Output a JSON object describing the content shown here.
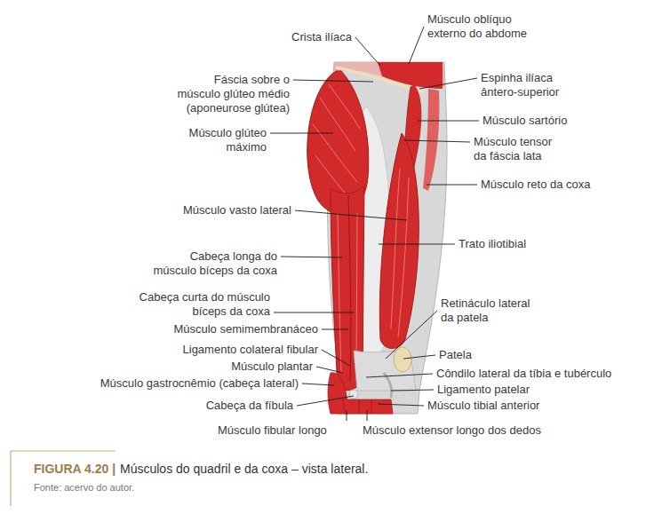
{
  "diagram": {
    "caption": "Músculos do quadril e da coxa – vista lateral.",
    "labels": [
      "Crista ilíaca",
      "Fáscia sobre o músculo glúteo médio (aponeurose glútea)",
      "Músculo glúteo máximo",
      "Músculo vasto lateral",
      "Cabeça longa do músculo bíceps da coxa",
      "Cabeça curta do músculo bíceps da coxa",
      "Músculo semimembranáceo",
      "Ligamento colateral fibular",
      "Músculo plantar",
      "Músculo gastrocnêmio (cabeça lateral)",
      "Cabeça da fíbula",
      "Músculo fibular longo",
      "Músculo extensor longo dos dedos",
      "Músculo oblíquo externo do abdome",
      "Espinha ilíaca ântero-superior",
      "Músculo sartório",
      "Músculo tensor da fáscia lata",
      "Músculo reto da coxa",
      "Trato iliotibial",
      "Retináculo lateral da patela",
      "Patela",
      "Côndilo lateral da tíbia e tubérculo",
      "Ligamento patelar",
      "Músculo tibial anterior",
      "FIGURA 4.20 |",
      "Fonte: acervo do autor."
    ]
  }
}
